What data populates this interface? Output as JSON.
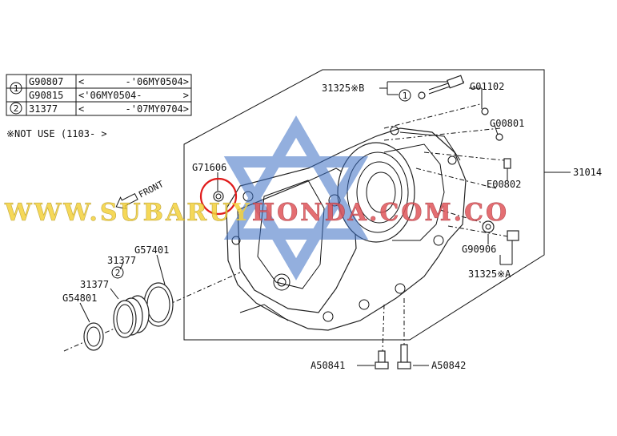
{
  "table": {
    "rows": [
      {
        "marker": "1",
        "part": "G90807",
        "range_open": "<",
        "range": "-'06MY0504>"
      },
      {
        "marker": "",
        "part": "G90815",
        "range_open": "<'06MY0504-",
        "range": ">"
      },
      {
        "marker": "2",
        "part": "31377",
        "range_open": "<",
        "range": "-'07MY0704>"
      }
    ]
  },
  "note": "※NOT USE (1103-        >",
  "labels": {
    "l31325b": "31325※B",
    "g01102": "G01102",
    "g00801": "G00801",
    "l31014": "31014",
    "e00802": "E00802",
    "g71606": "G71606",
    "front": "FRONT",
    "g57401": "G57401",
    "l31377a": "31377",
    "l31377b": "31377",
    "g54801": "G54801",
    "g90906": "G90906",
    "l31325a": "31325※A",
    "a50841": "A50841",
    "a50842": "A50842",
    "callout1": "1",
    "callout2": "2"
  },
  "watermark": {
    "part1": "WWW.SUBARU",
    "part2": "Y",
    "part3": "HONDA.COM.CO",
    "color_yellow": "#f4d23c",
    "color_red": "#e0555a",
    "star_color": "#3b6fc4"
  },
  "highlight_color": "#e01b1b"
}
